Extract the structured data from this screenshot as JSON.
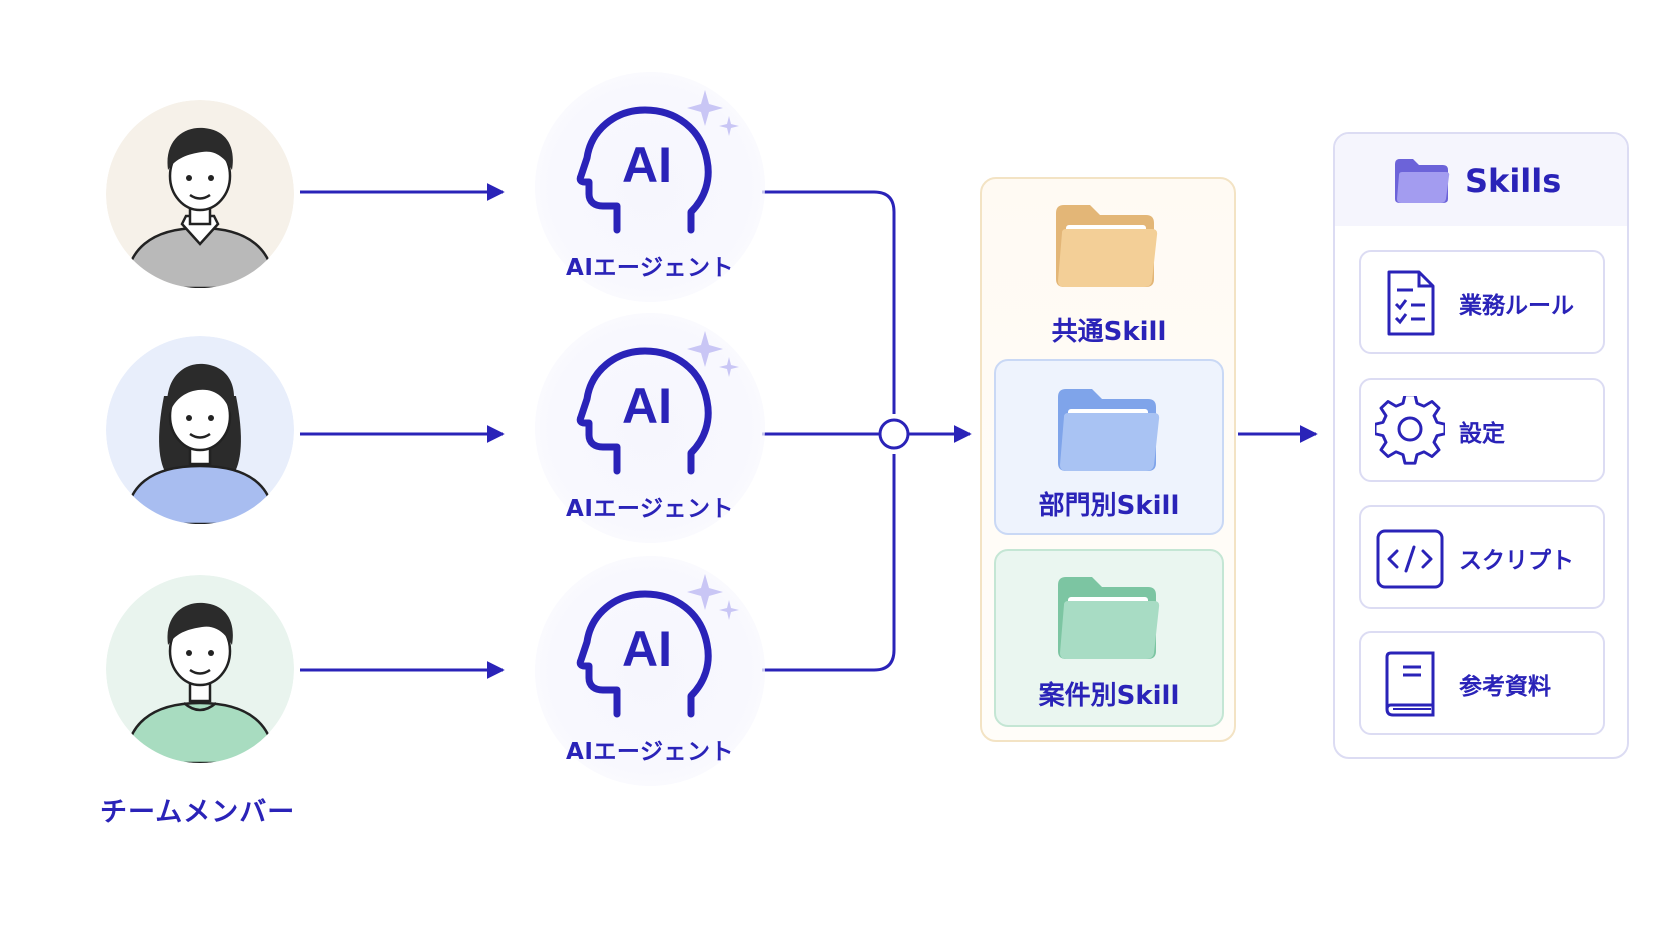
{
  "team": {
    "label": "チームメンバー",
    "members": [
      {
        "icon": "man-avatar-icon",
        "bg": "#f6f1e9",
        "shirt": "#b9b9b9"
      },
      {
        "icon": "woman-avatar-icon",
        "bg": "#e8eefb",
        "shirt": "#a8bdf0"
      },
      {
        "icon": "man-avatar-icon",
        "bg": "#e9f4ee",
        "shirt": "#a8dcc0"
      }
    ]
  },
  "agents": [
    {
      "badge": "AI",
      "label": "AIエージェント"
    },
    {
      "badge": "AI",
      "label": "AIエージェント"
    },
    {
      "badge": "AI",
      "label": "AIエージェント"
    }
  ],
  "categories": [
    {
      "label": "共通Skill",
      "icon": "folder-icon",
      "color": "#f3cf97"
    },
    {
      "label": "部門別Skill",
      "icon": "folder-icon",
      "color": "#a9c3f3"
    },
    {
      "label": "案件別Skill",
      "icon": "folder-icon",
      "color": "#a8dcc4"
    }
  ],
  "skills": {
    "title": "Skills",
    "icon": "folder-icon",
    "items": [
      {
        "label": "業務ルール",
        "icon": "checklist-document-icon"
      },
      {
        "label": "設定",
        "icon": "gear-icon"
      },
      {
        "label": "スクリプト",
        "icon": "code-icon"
      },
      {
        "label": "参考資料",
        "icon": "book-icon"
      }
    ]
  },
  "colors": {
    "accent": "#2a23b8",
    "line": "#2a23b8"
  }
}
